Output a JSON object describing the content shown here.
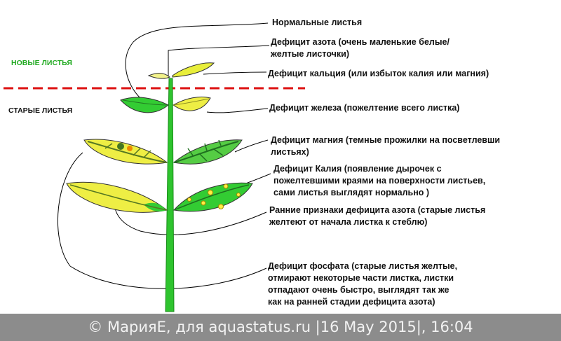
{
  "zones": {
    "new_leaves": "НОВЫЕ ЛИСТЬЯ",
    "old_leaves": "СТАРЫЕ ЛИСТЬЯ"
  },
  "labels": {
    "normal": "Нормальные листья",
    "nitrogen": "Дефицит азота (очень маленькие белые/\nжелтые листочки)",
    "calcium": "Дефицит кальция (или избыток калия или магния)",
    "iron": "Дефицит железа  (пожелтение всего листка)",
    "magnesium": "Дефицит магния (темные прожилки на посветлевши\nлистьях)",
    "potassium": "Дефицит Калия  (появление дырочек с\nпожелтевшими краями на поверхности листьев,\nсами листья выглядят нормально )",
    "early_nitrogen": "Ранние признаки дефицита азота (старые листья\nжелтеют от начала листка к стеблю)",
    "phosphate": "Дефицит фосфата (старые листья желтые,\nотмирают некоторые части листка, листки\nотпадают очень быстро, выглядят  так же\nкак на ранней стадии дефицита азота)"
  },
  "footer": {
    "copyright": "© МарияЕ, для aquastatus.ru |16 May 2015|, 16:04"
  },
  "colors": {
    "leaf_green": "#33cc33",
    "leaf_yellow": "#eeee44",
    "stem": "#2ec42e",
    "divider": "#dd1111",
    "new_leaves_text": "#22aa22",
    "footer_bg": "#8c8c8c"
  }
}
